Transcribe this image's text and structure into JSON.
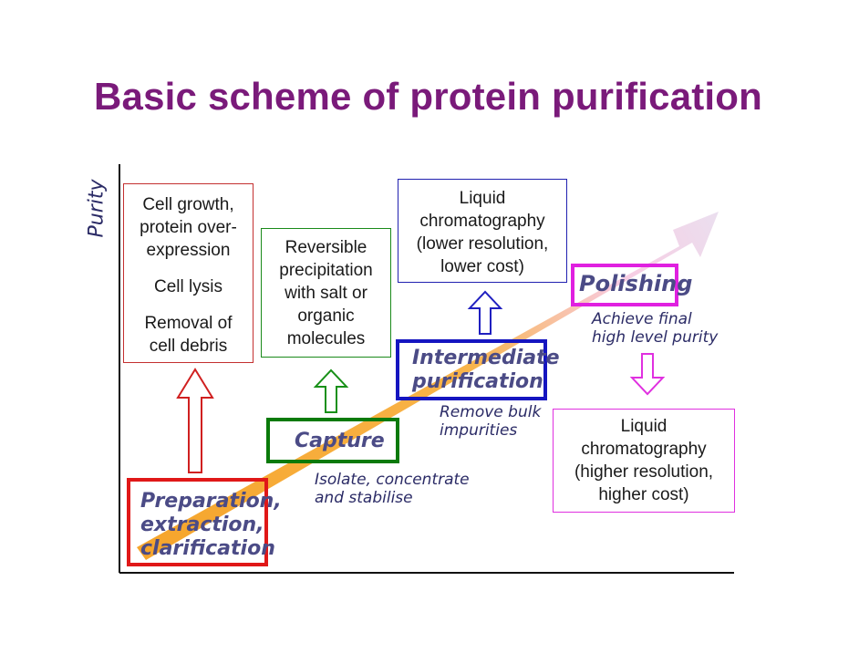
{
  "title": "Basic scheme of protein purification",
  "axis_label": "Purity",
  "stages": {
    "preparation": {
      "lines": [
        "Preparation,",
        "extraction,",
        "clarification"
      ],
      "color": "#e01818"
    },
    "capture": {
      "lines": [
        "Capture"
      ],
      "color": "#0a7a0a"
    },
    "intermediate": {
      "lines": [
        "Intermediate",
        "purification"
      ],
      "color": "#1515c0"
    },
    "polishing": {
      "lines": [
        "Polishing"
      ],
      "color": "#e020e0"
    }
  },
  "notes": {
    "capture": [
      "Isolate, concentrate",
      "and stabilise"
    ],
    "intermediate": [
      "Remove bulk",
      "impurities"
    ],
    "polishing": [
      "Achieve final",
      "high level purity"
    ]
  },
  "boxes": {
    "preparation": {
      "color": "#c43030",
      "groups": [
        [
          "Cell growth,",
          "protein over-",
          "expression"
        ],
        [
          "Cell lysis"
        ],
        [
          "Removal of",
          "cell debris"
        ]
      ]
    },
    "capture": {
      "color": "#1a8a1a",
      "lines": [
        "Reversible",
        "precipitation",
        "with salt or",
        "organic",
        "molecules"
      ]
    },
    "intermediate": {
      "color": "#2020b0",
      "lines": [
        "Liquid",
        "chromatography",
        "(lower resolution,",
        "lower cost)"
      ]
    },
    "polishing": {
      "color": "#e030e0",
      "lines": [
        "Liquid",
        "chromatography",
        "(higher resolution,",
        "higher cost)"
      ]
    }
  }
}
